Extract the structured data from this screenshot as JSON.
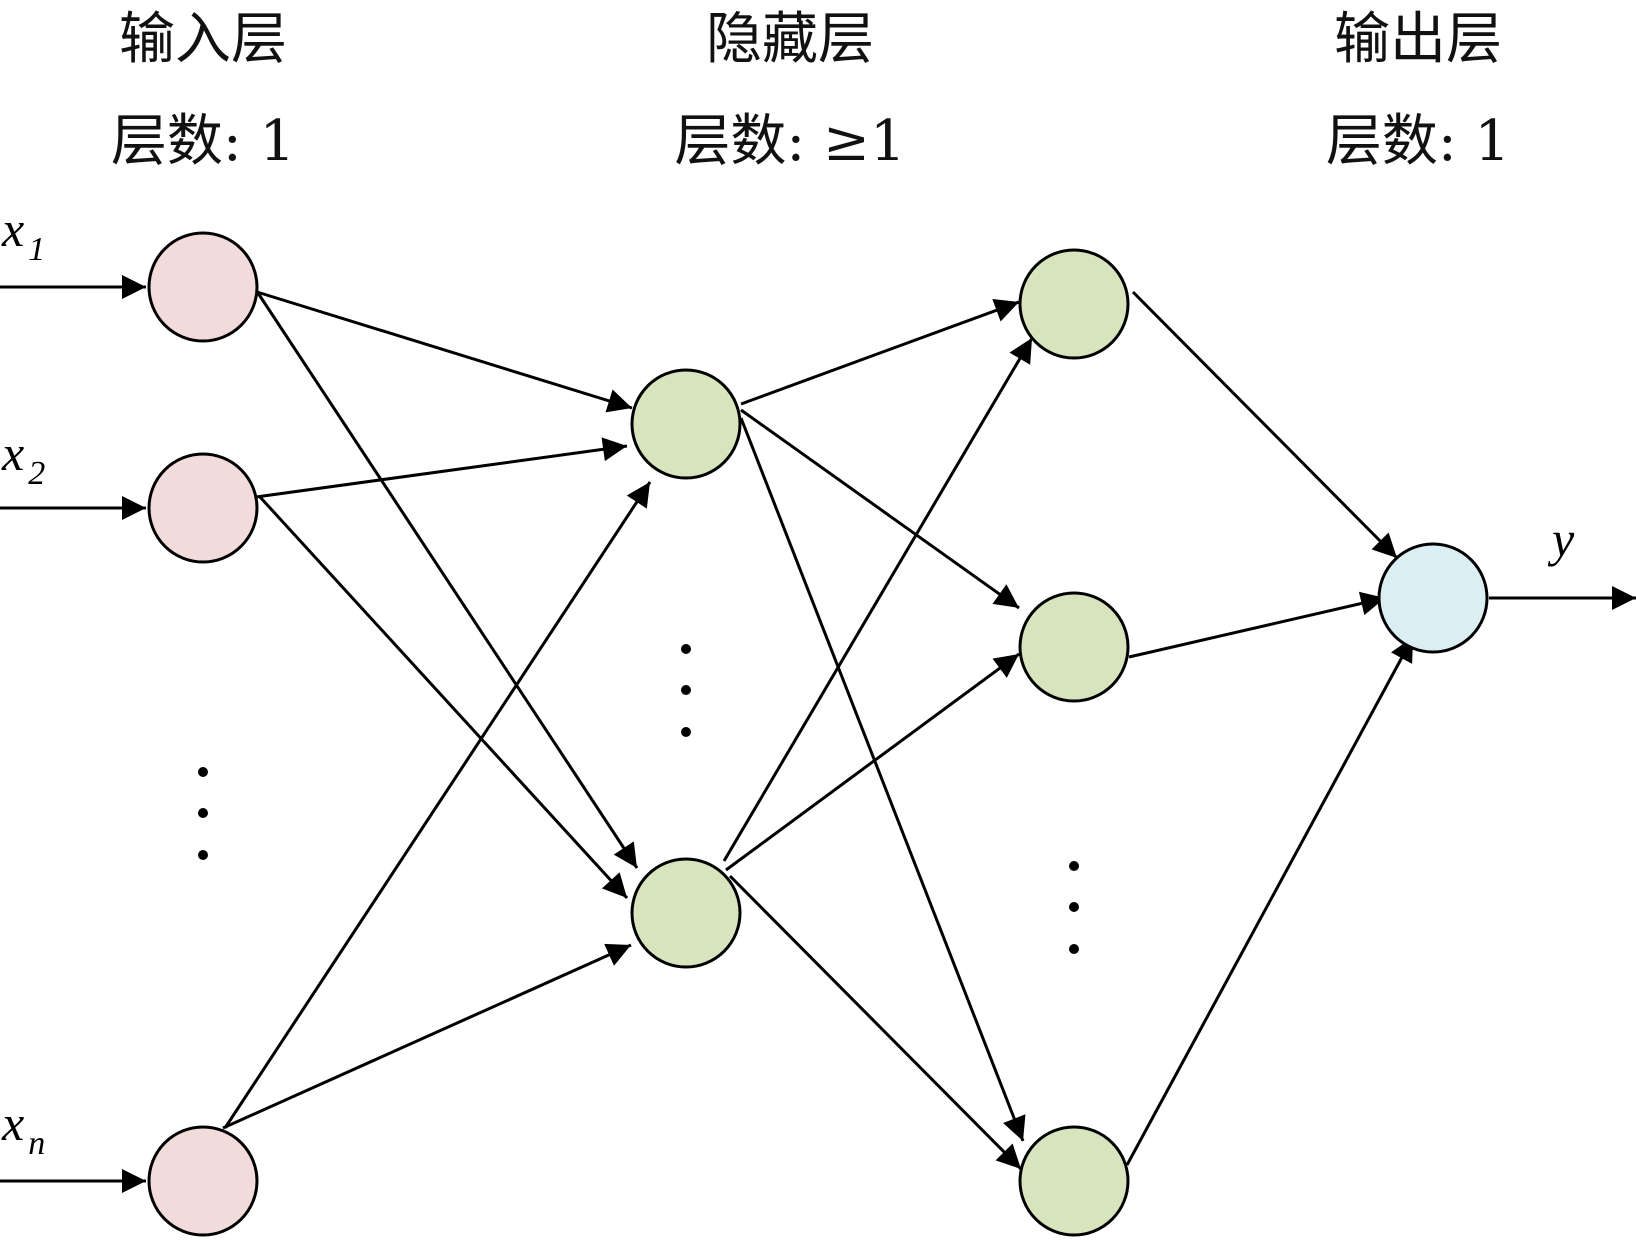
{
  "layers": [
    {
      "title": "输入层",
      "count": "层数: 1"
    },
    {
      "title": "隐藏层",
      "count": "层数: ≥1"
    },
    {
      "title": "输出层",
      "count": "层数: 1"
    }
  ],
  "inputs": [
    {
      "base": "x",
      "sub": "1"
    },
    {
      "base": "x",
      "sub": "2"
    },
    {
      "base": "x",
      "sub": "n"
    }
  ],
  "output": {
    "label": "y"
  },
  "colors": {
    "input_node": "#f2dcdb",
    "hidden_node": "#d7e4bd",
    "output_node": "#dbeef4",
    "stroke": "#000000"
  }
}
